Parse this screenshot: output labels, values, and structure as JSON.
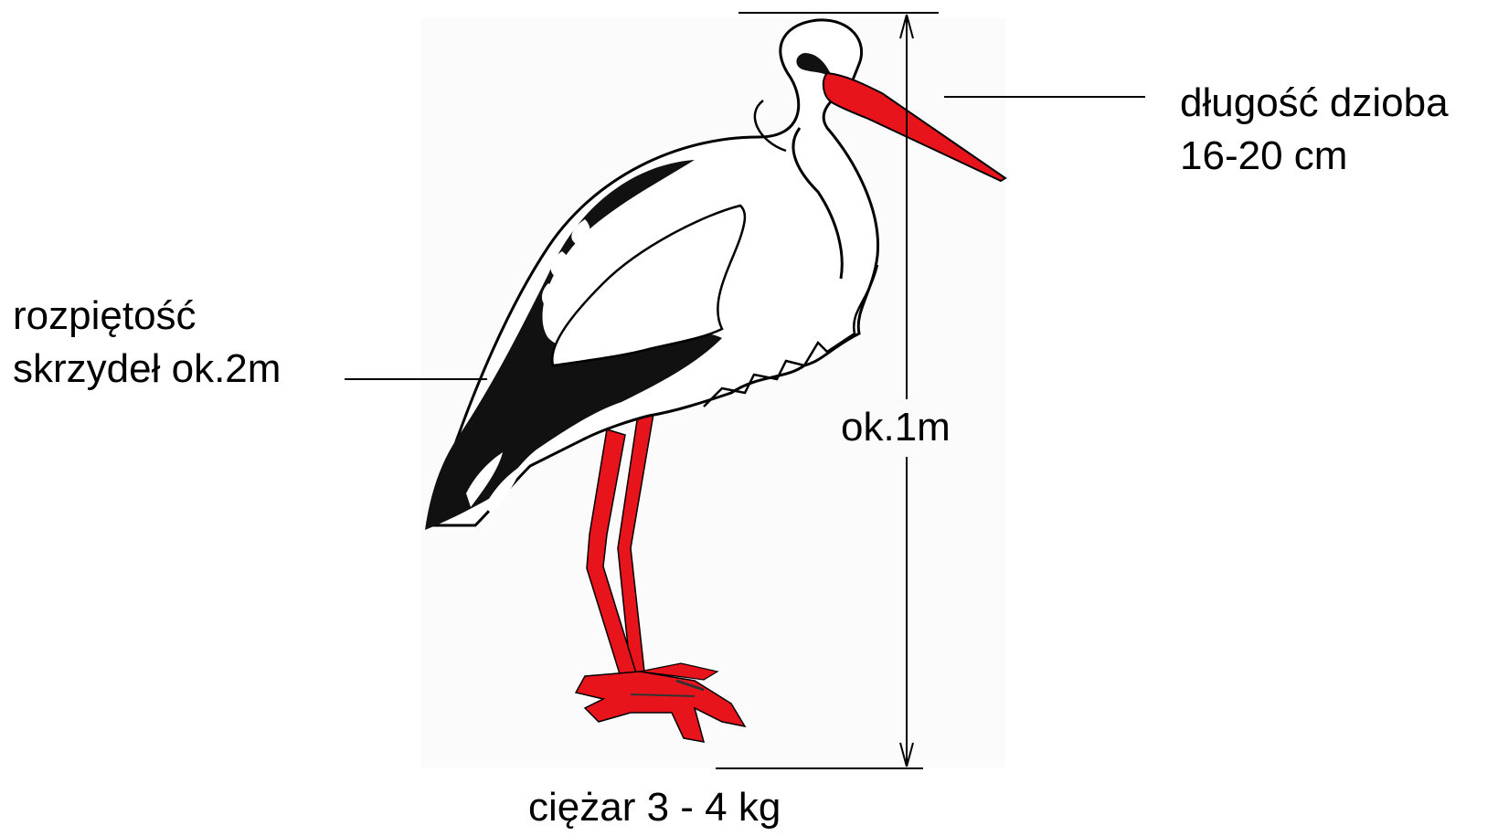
{
  "labels": {
    "beak_length": {
      "line1": "długość dzioba",
      "line2": "16-20 cm"
    },
    "wingspan": {
      "line1": "rozpiętość",
      "line2": "skrzydeł ok.2m"
    },
    "height": "ok.1m",
    "weight": "ciężar 3 - 4 kg"
  },
  "colors": {
    "beak_and_legs": "#e8141c",
    "wing_feathers": "#111111",
    "outline": "#000000",
    "background": "#ffffff"
  },
  "icons": {
    "bird": "white-stork-illustration"
  }
}
